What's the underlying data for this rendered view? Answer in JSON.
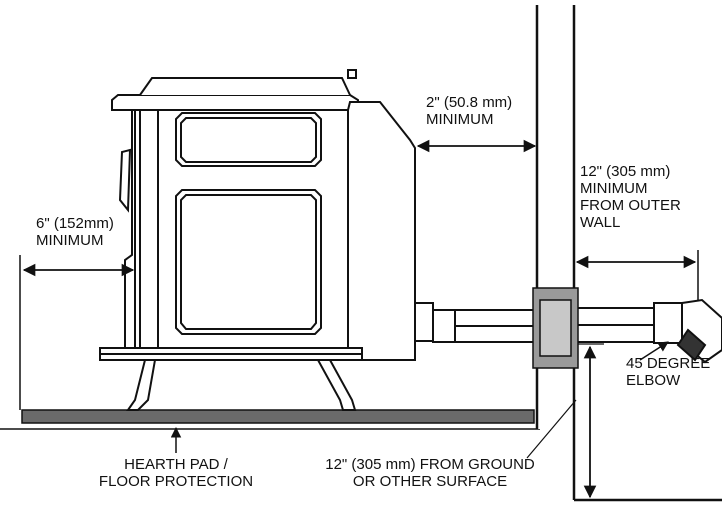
{
  "labels": {
    "side_clearance": {
      "line1": "2\" (50.8 mm)",
      "line2": "MINIMUM"
    },
    "rear_clearance": {
      "line1": "6\" (152mm)",
      "line2": "MINIMUM"
    },
    "outer_wall_clearance": {
      "line1": "12\" (305 mm)",
      "line2": "MINIMUM",
      "line3": "FROM OUTER",
      "line4": "WALL"
    },
    "elbow": {
      "line1": "45 DEGREE",
      "line2": "ELBOW"
    },
    "hearth": {
      "line1": "HEARTH PAD /",
      "line2": "FLOOR PROTECTION"
    },
    "ground_clearance": {
      "line1": "12\" (305 mm) FROM GROUND",
      "line2": "OR OTHER SURFACE"
    }
  },
  "colors": {
    "line": "#111111",
    "hearth": "#6a6a6a",
    "wall": "#e8e8e8",
    "thimble": "#9a9a9a"
  }
}
